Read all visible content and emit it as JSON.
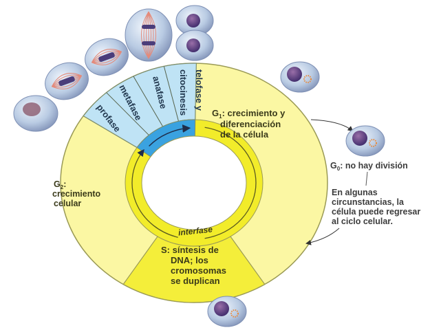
{
  "diagram": {
    "type": "cell-cycle",
    "colors": {
      "interphase_outer": "#fbf7a3",
      "s_phase": "#f4ee3a",
      "mitosis_outer": "#bfe3f5",
      "mitosis_inner": "#3aa2e0",
      "interphase_ring": "#f2ec2a",
      "outline": "#9a9a55"
    },
    "mitosis_phases": [
      {
        "label": "profase"
      },
      {
        "label": "metafase"
      },
      {
        "label": "anafase"
      },
      {
        "label": "telofase y",
        "label2": "citocinesis"
      }
    ],
    "g1": {
      "label_main": "G",
      "subscript": "1",
      "line1": ": crecimiento y",
      "line2": "diferenciación",
      "line3": "de la célula"
    },
    "g2": {
      "label_main": "G",
      "subscript": "2",
      "line1": ":",
      "line2": "crecimiento",
      "line3": "celular"
    },
    "s": {
      "line1": "S: síntesis de",
      "line2": "DNA; los",
      "line3": "cromosomas",
      "line4": "se duplican"
    },
    "interphase_label": "interfase",
    "g0": {
      "label_main": "G",
      "subscript": "0",
      "text": ": no hay división"
    },
    "note": {
      "line1": "En algunas",
      "line2": "circunstancias, la",
      "line3": "célula puede regresar",
      "line4": "al ciclo celular."
    },
    "cell_illustrations": [
      "prophase-cell",
      "prometaphase-cell",
      "metaphase-cell",
      "anaphase-cell",
      "telophase-cell",
      "g1-cell",
      "g0-cell",
      "s-cell"
    ]
  }
}
